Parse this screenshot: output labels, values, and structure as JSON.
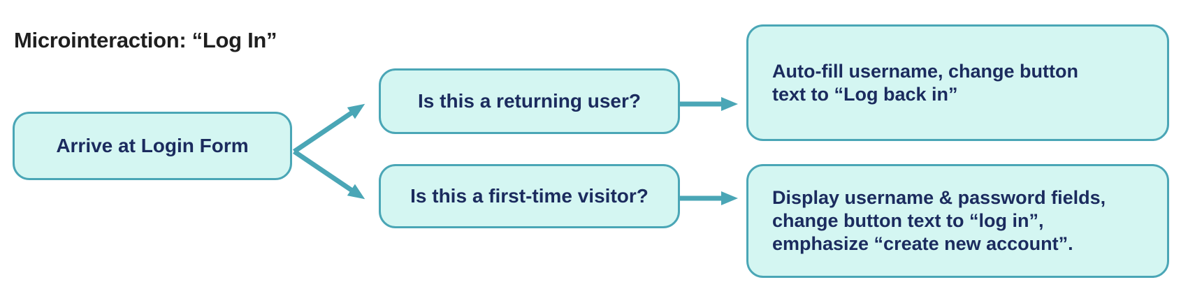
{
  "title": "Microinteraction: “Log In”",
  "nodes": {
    "start": {
      "label": "Arrive at Login Form"
    },
    "returning_question": {
      "label": "Is this a returning user?"
    },
    "first_time_question": {
      "label": "Is this a first-time visitor?"
    },
    "returning_outcome": {
      "label": "Auto-fill username, change button\ntext to “Log back in”"
    },
    "first_time_outcome": {
      "label": "Display username & password fields,\nchange button text to “log in”,\nemphasize “create new account”."
    }
  },
  "connections": [
    {
      "from": "start",
      "to": "returning_question"
    },
    {
      "from": "start",
      "to": "first_time_question"
    },
    {
      "from": "returning_question",
      "to": "returning_outcome"
    },
    {
      "from": "first_time_question",
      "to": "first_time_outcome"
    }
  ],
  "colors": {
    "accent-teal": "#4aa6b6",
    "node-fill": "#d4f6f2",
    "node-border": "#4aa6b6",
    "node-text": "#1b2b5e",
    "title-text": "#1f1f1f",
    "background": "#ffffff"
  }
}
